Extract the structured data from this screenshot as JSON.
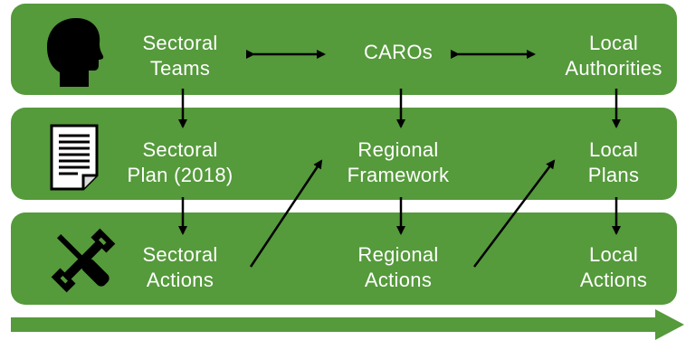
{
  "rows": {
    "people": {
      "sectoral": [
        "Sectoral",
        "Teams"
      ],
      "regional": [
        "CAROs"
      ],
      "local": [
        "Local",
        "Authorities"
      ]
    },
    "plans": {
      "sectoral": [
        "Sectoral",
        "Plan (2018)"
      ],
      "regional": [
        "Regional",
        "Framework"
      ],
      "local": [
        "Local",
        "Plans"
      ]
    },
    "actions": {
      "sectoral": [
        "Sectoral",
        "Actions"
      ],
      "regional": [
        "Regional",
        "Actions"
      ],
      "local": [
        "Local",
        "Actions"
      ]
    }
  },
  "icons": {
    "people": "head-silhouette-icon",
    "plans": "document-icon",
    "actions": "wrench-screwdriver-icon"
  },
  "colors": {
    "band": "#559a3b",
    "timeline_arrow": "#559a3b",
    "text": "#ffffff",
    "connector": "#000000"
  }
}
